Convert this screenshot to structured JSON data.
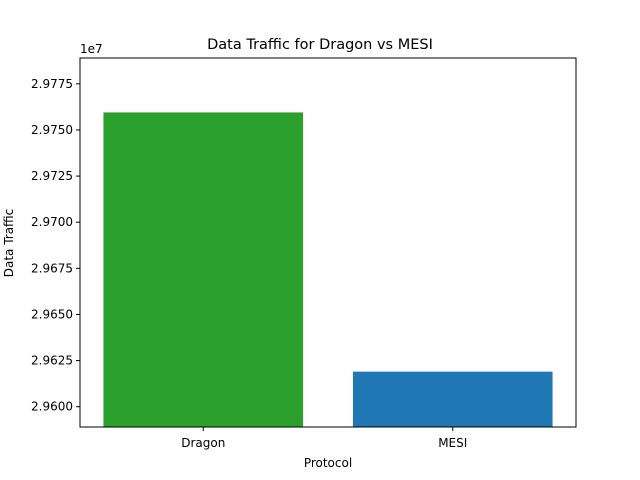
{
  "chart_data": {
    "type": "bar",
    "title": "Data Traffic for Dragon vs MESI",
    "xlabel": "Protocol",
    "ylabel": "Data Traffic",
    "y_offset_label": "1e7",
    "y_scale_factor": 10000000,
    "categories": [
      "Dragon",
      "MESI"
    ],
    "values": [
      29759500,
      29619000
    ],
    "bar_colors": [
      "#2ca02c",
      "#1f77b4"
    ],
    "ylim": [
      29589000,
      29789000
    ],
    "yticks": [
      29600000,
      29625000,
      29650000,
      29675000,
      29700000,
      29725000,
      29750000,
      29775000
    ],
    "ytick_labels": [
      "2.9600",
      "2.9625",
      "2.9650",
      "2.9675",
      "2.9700",
      "2.9725",
      "2.9750",
      "2.9775"
    ],
    "grid": false,
    "legend": "none"
  }
}
